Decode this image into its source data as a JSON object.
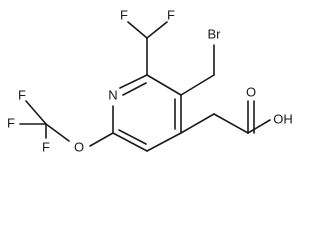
{
  "molecule": {
    "atoms": {
      "f1": "F",
      "f2": "F",
      "br": "Br",
      "n": "N",
      "f3": "F",
      "f4": "F",
      "f5": "F",
      "o_ether": "O",
      "oh": "OH",
      "o_carbonyl": "O"
    }
  }
}
